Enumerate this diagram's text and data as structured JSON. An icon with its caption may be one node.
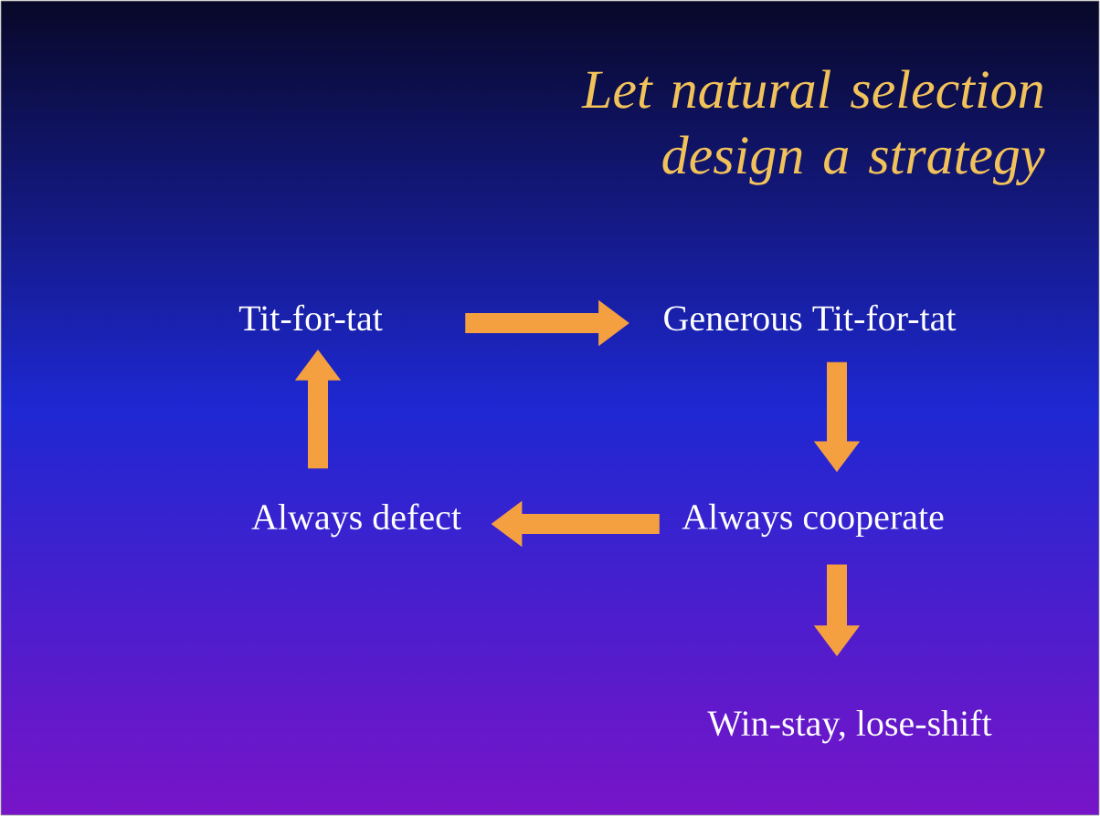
{
  "diagram": {
    "title": "Let natural selection design a strategy",
    "nodes": [
      {
        "text": [
          "Tit-for-tat"
        ]
      },
      {
        "text": [
          "Generous Tit-for-tat"
        ]
      },
      {
        "text": [
          "Always defect"
        ]
      },
      {
        "text": [
          "Always cooperate"
        ]
      },
      {
        "text": [
          "Win-stay, lose-shift"
        ]
      }
    ],
    "edges": [
      {
        "from": 0,
        "to": 1,
        "arrow": "to"
      },
      {
        "from": 1,
        "to": 3,
        "arrow": "to"
      },
      {
        "from": 3,
        "to": 2,
        "arrow": "to"
      },
      {
        "from": 2,
        "to": 0,
        "arrow": "to"
      },
      {
        "from": 3,
        "to": 4,
        "arrow": "to"
      }
    ]
  }
}
